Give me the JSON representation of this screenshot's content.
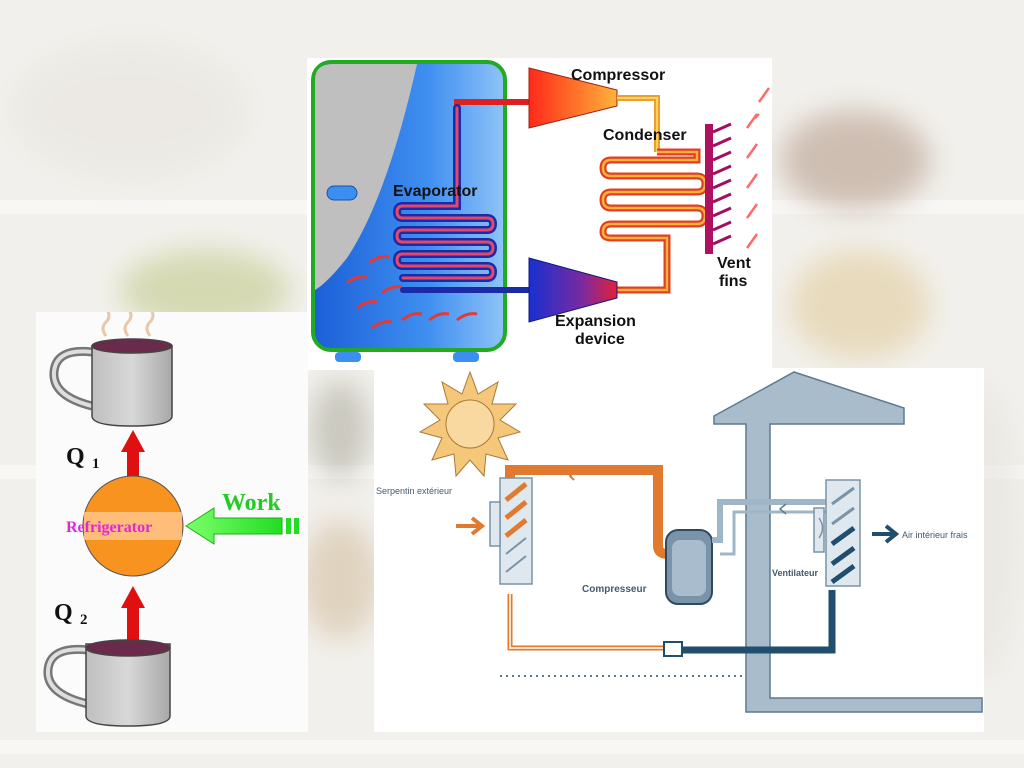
{
  "fridge_diagram": {
    "labels": {
      "compressor": "Compressor",
      "condenser": "Condenser",
      "evaporator": "Evaporator",
      "vent_line1": "Vent",
      "vent_line2": "fins",
      "expansion_line1": "Expansion",
      "expansion_line2": "device"
    }
  },
  "heat_cycle": {
    "q1_label": "Q",
    "q1_sub": "1",
    "q2_label": "Q",
    "q2_sub": "2",
    "center_label": "Refrigerator",
    "work_label": "Work"
  },
  "heatpump_diagram": {
    "labels": {
      "outdoor_coil": "Serpentin extérieur",
      "compressor": "Compresseur",
      "fan": "Ventilateur",
      "indoor_air": "Air intérieur frais"
    }
  },
  "colors": {
    "hot_pipe": "#e8461c",
    "cold_pipe": "#2a3fc4",
    "fridge_blue": "#2f7de0",
    "work_arrow": "#22e022",
    "heat_arrow": "#e01010",
    "refrigerator_text": "#e028d8",
    "work_text": "#22cc22",
    "hp_orange": "#e07a2e",
    "hp_dark_blue": "#1f4e6e"
  },
  "icons": [
    "sun-icon",
    "hot-cup-icon",
    "cold-cup-icon",
    "fan-icon",
    "house-icon"
  ]
}
